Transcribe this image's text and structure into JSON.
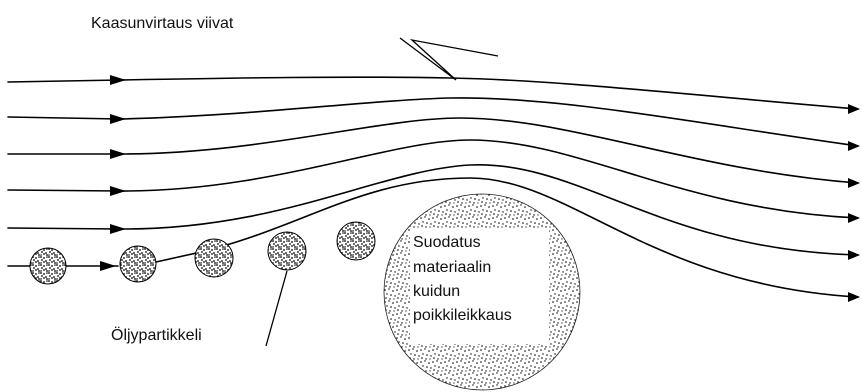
{
  "labels": {
    "gas_flow_lines": "Kaasunvirtaus viivat",
    "oil_particle": "Öljypartikkeli",
    "fiber_cross_section": [
      "Suodatus",
      "materiaalin",
      "kuidun",
      "poikkileikkaus"
    ]
  },
  "colors": {
    "line": "#000000",
    "text": "#111111",
    "background": "#ffffff",
    "particle_fill": "#b8b8b8"
  },
  "icons": {
    "streamline_arrow": "arrowhead-icon",
    "fiber": "stippled-circle",
    "particle": "stippled-circle"
  }
}
